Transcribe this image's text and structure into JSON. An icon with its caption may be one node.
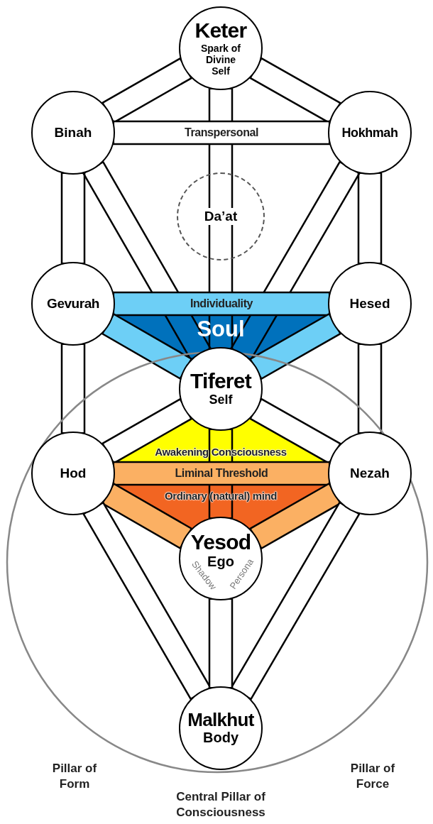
{
  "diagram": {
    "nodes": [
      {
        "text": [
          "Keter",
          "Spark of Divine Self"
        ]
      },
      {
        "text": [
          "Binah"
        ]
      },
      {
        "text": [
          "Hokhmah"
        ]
      },
      {
        "text": [
          "Da’at"
        ]
      },
      {
        "text": [
          "Gevurah"
        ]
      },
      {
        "text": [
          "Hesed"
        ]
      },
      {
        "text": [
          "Soul"
        ]
      },
      {
        "text": [
          "Tiferet",
          "Self"
        ]
      },
      {
        "text": [
          "Awakening Consciousness"
        ]
      },
      {
        "text": [
          "Hod"
        ]
      },
      {
        "text": [
          "Nezah"
        ]
      },
      {
        "text": [
          "Ordinary (natural) mind"
        ]
      },
      {
        "text": [
          "Yesod",
          "Ego",
          "Shadow",
          "Persona"
        ]
      },
      {
        "text": [
          "Malkhut",
          "Body"
        ]
      }
    ],
    "edges": [
      {
        "from": 0,
        "to": 1,
        "arrow": "none"
      },
      {
        "from": 0,
        "to": 2,
        "arrow": "none"
      },
      {
        "from": 0,
        "to": 7,
        "arrow": "none"
      },
      {
        "from": 1,
        "to": 2,
        "arrow": "none",
        "label": "Transpersonal"
      },
      {
        "from": 1,
        "to": 4,
        "arrow": "none"
      },
      {
        "from": 2,
        "to": 5,
        "arrow": "none"
      },
      {
        "from": 1,
        "to": 7,
        "arrow": "none"
      },
      {
        "from": 2,
        "to": 7,
        "arrow": "none"
      },
      {
        "from": 4,
        "to": 5,
        "arrow": "none",
        "label": "Individuality",
        "color": "#6dcff6"
      },
      {
        "from": 4,
        "to": 7,
        "arrow": "none",
        "color": "#6dcff6"
      },
      {
        "from": 5,
        "to": 7,
        "arrow": "none",
        "color": "#6dcff6"
      },
      {
        "from": 4,
        "to": 9,
        "arrow": "none"
      },
      {
        "from": 5,
        "to": 10,
        "arrow": "none"
      },
      {
        "from": 7,
        "to": 9,
        "arrow": "none"
      },
      {
        "from": 7,
        "to": 10,
        "arrow": "none"
      },
      {
        "from": 7,
        "to": 12,
        "arrow": "none"
      },
      {
        "from": 9,
        "to": 10,
        "arrow": "none",
        "label": "Liminal Threshold",
        "color": "#fbb063"
      },
      {
        "from": 9,
        "to": 12,
        "arrow": "none",
        "color": "#fbb063"
      },
      {
        "from": 10,
        "to": 12,
        "arrow": "none",
        "color": "#fbb063"
      },
      {
        "from": 9,
        "to": 13,
        "arrow": "none"
      },
      {
        "from": 10,
        "to": 13,
        "arrow": "none"
      },
      {
        "from": 12,
        "to": 13,
        "arrow": "none"
      }
    ],
    "labels": [
      "Pillar of Form",
      "Pillar of Force",
      "Central Pillar of Consciousness"
    ]
  }
}
